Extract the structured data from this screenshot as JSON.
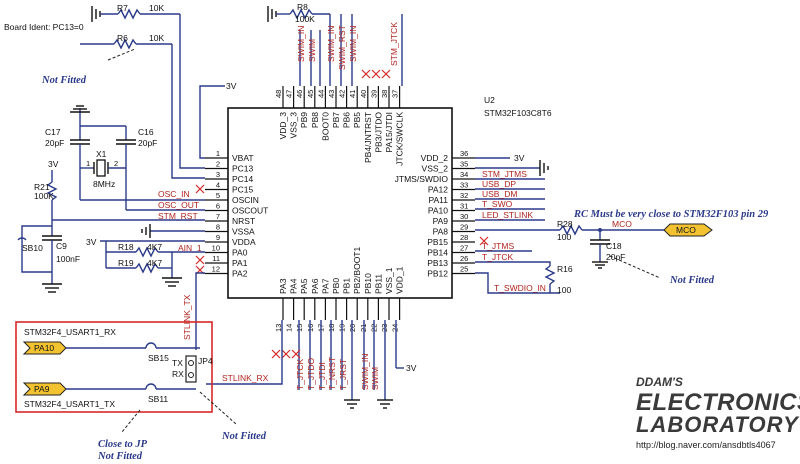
{
  "board_ident": "Board Ident: PC13=0",
  "chip": {
    "ref": "U2",
    "part": "STM32F103C8T6"
  },
  "left_pins": [
    {
      "num": "1",
      "name": "VBAT"
    },
    {
      "num": "2",
      "name": "PC13"
    },
    {
      "num": "3",
      "name": "PC14"
    },
    {
      "num": "4",
      "name": "PC15"
    },
    {
      "num": "5",
      "name": "OSCIN"
    },
    {
      "num": "6",
      "name": "OSCOUT"
    },
    {
      "num": "7",
      "name": "NRST"
    },
    {
      "num": "8",
      "name": "VSSA"
    },
    {
      "num": "9",
      "name": "VDDA"
    },
    {
      "num": "10",
      "name": "PA0"
    },
    {
      "num": "11",
      "name": "PA1"
    },
    {
      "num": "12",
      "name": "PA2"
    }
  ],
  "right_pins": [
    {
      "num": "36",
      "name": "VDD_2"
    },
    {
      "num": "35",
      "name": "VSS_2"
    },
    {
      "num": "34",
      "name": "JTMS/SWDIO"
    },
    {
      "num": "33",
      "name": "PA12"
    },
    {
      "num": "32",
      "name": "PA11"
    },
    {
      "num": "31",
      "name": "PA10"
    },
    {
      "num": "30",
      "name": "PA9"
    },
    {
      "num": "29",
      "name": "PA8"
    },
    {
      "num": "28",
      "name": "PB15"
    },
    {
      "num": "27",
      "name": "PB14"
    },
    {
      "num": "26",
      "name": "PB13"
    },
    {
      "num": "25",
      "name": "PB12"
    }
  ],
  "top_pins": [
    {
      "num": "48",
      "name": "VDD_3"
    },
    {
      "num": "47",
      "name": "VSS_3"
    },
    {
      "num": "46",
      "name": "PB9"
    },
    {
      "num": "45",
      "name": "PB8"
    },
    {
      "num": "44",
      "name": "BOOT0"
    },
    {
      "num": "43",
      "name": "PB7"
    },
    {
      "num": "42",
      "name": "PB6"
    },
    {
      "num": "41",
      "name": "PB5"
    },
    {
      "num": "40",
      "name": "PB4/JNTRST"
    },
    {
      "num": "39",
      "name": "PB3/JTDO"
    },
    {
      "num": "38",
      "name": "PA15/JTDI"
    },
    {
      "num": "37",
      "name": "JTCK/SWCLK"
    }
  ],
  "bottom_pins": [
    {
      "num": "13",
      "name": "PA3"
    },
    {
      "num": "14",
      "name": "PA4"
    },
    {
      "num": "15",
      "name": "PA5"
    },
    {
      "num": "16",
      "name": "PA6"
    },
    {
      "num": "17",
      "name": "PA7"
    },
    {
      "num": "18",
      "name": "PB0"
    },
    {
      "num": "19",
      "name": "PB1"
    },
    {
      "num": "20",
      "name": "PB2/BOOT1"
    },
    {
      "num": "21",
      "name": "PB10"
    },
    {
      "num": "22",
      "name": "PB11"
    },
    {
      "num": "23",
      "name": "VSS_1"
    },
    {
      "num": "24",
      "name": "VDD_1"
    }
  ],
  "top_nets": [
    "SWIM_IN",
    "SWIM",
    "SWIM_IN",
    "SWIM_RST",
    "SWIM_IN",
    "STM_JTCK"
  ],
  "bottom_nets": [
    "T_JTCK",
    "T_JTDO",
    "T_JTDI",
    "T_NRST",
    "T_JRST",
    "SWIM_IN",
    "SWIM"
  ],
  "right_nets": [
    "STM_JTMS",
    "USB_DP",
    "USB_DM",
    "T_SWO",
    "LED_STLINK",
    "T_JTMS",
    "T_JTCK",
    "T_SWDIO_IN"
  ],
  "left_nets": [
    "OSC_IN",
    "OSC_OUT",
    "STM_RST",
    "AIN_1"
  ],
  "net_stlink_tx": "STLINK_TX",
  "net_stlink_rx": "STLINK_RX",
  "net_mco": "MCO",
  "components": {
    "r7": {
      "ref": "R7",
      "val": "10K"
    },
    "r6": {
      "ref": "R6",
      "val": "10K"
    },
    "r8": {
      "ref": "R8",
      "val": "100K"
    },
    "c17": {
      "ref": "C17",
      "val": "20pF"
    },
    "c16": {
      "ref": "C16",
      "val": "20pF"
    },
    "x1": {
      "ref": "X1",
      "val": "8MHz"
    },
    "r21": {
      "ref": "R21",
      "val": "100K"
    },
    "c9": {
      "ref": "C9",
      "val": "100nF"
    },
    "sb10": {
      "ref": "SB10"
    },
    "r18": {
      "ref": "R18",
      "val": "4K7"
    },
    "r19": {
      "ref": "R19",
      "val": "4K7"
    },
    "r28": {
      "ref": "R28",
      "val": "100"
    },
    "c18": {
      "ref": "C18",
      "val": "20pF"
    },
    "r16": {
      "ref": "R16",
      "val": "100"
    },
    "sb15": {
      "ref": "SB15"
    },
    "sb11": {
      "ref": "SB11"
    },
    "jp4": {
      "ref": "JP4",
      "tx": "TX",
      "rx": "RX"
    }
  },
  "power_labels": {
    "v3a": "3V",
    "v3b": "3V",
    "v3c": "3V",
    "v3d": "3V",
    "v3e": "3V"
  },
  "x1_pins": [
    "1",
    "2"
  ],
  "ports": {
    "pa10": "PA10",
    "pa9": "PA9",
    "mco": "MCO"
  },
  "usart": {
    "rx": "STM32F4_USART1_RX",
    "tx": "STM32F4_USART1_TX"
  },
  "notes": {
    "not_fitted_1": "Not Fitted",
    "rc_note": "RC Must be very close to STM32F103 pin 29",
    "not_fitted_2": "Not Fitted",
    "close_jp": "Close to JP",
    "close_jp_2": "Not Fitted",
    "not_fitted_3": "Not Fitted"
  },
  "watermark": {
    "line1": "DDAM'S",
    "line2": "ELECTRONICS",
    "line3": "LABORATORY",
    "url": "http://blog.naver.com/ansdbtls4067"
  },
  "colors": {
    "wire": "#2b3a8a",
    "net_label": "#b0241f",
    "nc_mark": "#d62828",
    "box": "#d62828",
    "port_fill": "#f2c230"
  }
}
